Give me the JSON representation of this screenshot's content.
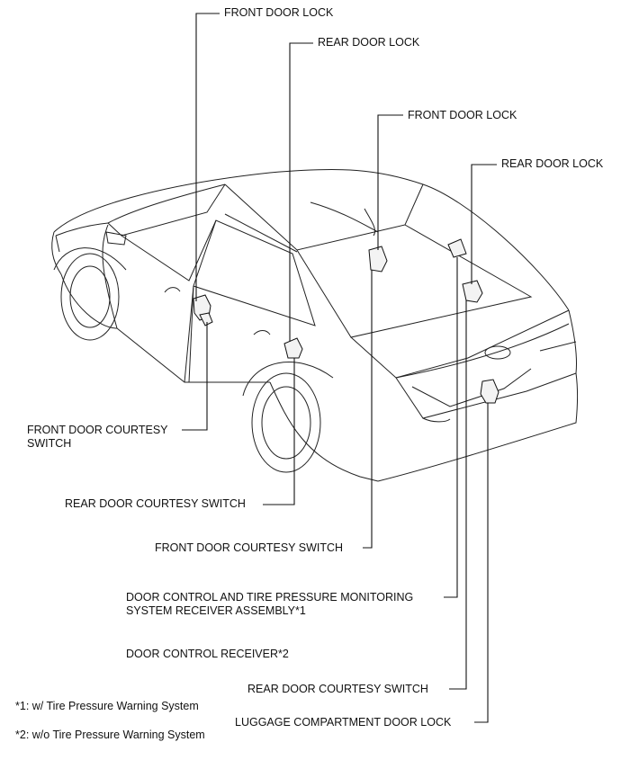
{
  "labels": {
    "front_door_lock_left": "FRONT DOOR LOCK",
    "rear_door_lock_left": "REAR DOOR LOCK",
    "front_door_lock_right": "FRONT DOOR LOCK",
    "rear_door_lock_right": "REAR DOOR LOCK",
    "front_door_courtesy_switch_left": "FRONT DOOR COURTESY SWITCH",
    "rear_door_courtesy_switch_left": "REAR DOOR COURTESY SWITCH",
    "front_door_courtesy_switch_right": "FRONT DOOR COURTESY SWITCH",
    "door_control_tpms_receiver": "DOOR CONTROL AND TIRE PRESSURE MONITORING SYSTEM RECEIVER ASSEMBLY*1",
    "door_control_receiver": "DOOR CONTROL RECEIVER*2",
    "rear_door_courtesy_switch_right": "REAR DOOR COURTESY SWITCH",
    "luggage_compartment_door_lock": "LUGGAGE COMPARTMENT DOOR LOCK"
  },
  "footnotes": {
    "note1": "*1: w/ Tire Pressure Warning System",
    "note2": "*2: w/o Tire Pressure Warning System"
  }
}
